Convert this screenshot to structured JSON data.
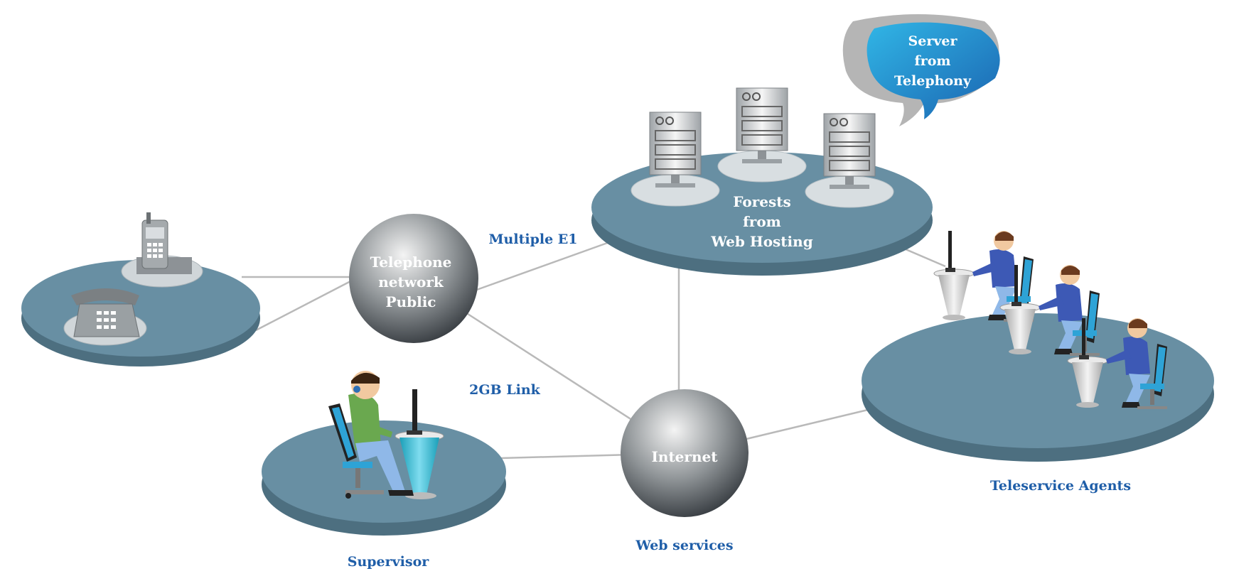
{
  "nodes": {
    "pstn": {
      "lines": [
        "Telephone",
        "network",
        "Public"
      ]
    },
    "internet": {
      "label": "Internet"
    },
    "servers_platform": {
      "lines": [
        "Forests",
        "from",
        "Web Hosting"
      ]
    },
    "bubble": {
      "lines": [
        "Server",
        "from",
        "Telephony"
      ]
    }
  },
  "labels": {
    "multiple_e1": "Multiple E1",
    "gb_link": "2GB Link",
    "supervisor": "Supervisor",
    "web_services": "Web services",
    "agents": "Teleservice Agents"
  },
  "colors": {
    "platform_top": "#688fa3",
    "platform_side": "#4d6f80",
    "sphere_light": "#f2f2f2",
    "sphere_dark": "#3a3f44",
    "label_blue": "#1f5ea8",
    "bubble_blue": "#1e8fd0",
    "connector": "#b9b9b9"
  }
}
